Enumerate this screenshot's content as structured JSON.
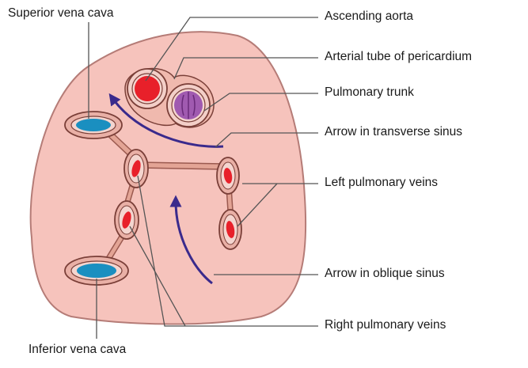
{
  "labels": {
    "superior_vena_cava": "Superior vena cava",
    "inferior_vena_cava": "Inferior vena cava",
    "ascending_aorta": "Ascending aorta",
    "arterial_tube": "Arterial tube of pericardium",
    "pulmonary_trunk": "Pulmonary trunk",
    "arrow_transverse_sinus": "Arrow in transverse sinus",
    "left_pulmonary_veins": "Left pulmonary veins",
    "arrow_oblique_sinus": "Arrow in oblique sinus",
    "right_pulmonary_veins": "Right pulmonary veins"
  },
  "colors": {
    "pericardium_fill": "#f6c3bc",
    "pericardium_stroke": "#c48a84",
    "aorta": "#e8202a",
    "pulmonary_trunk": "#a05ab0",
    "vena_cava": "#1a8fc0",
    "vein_tube": "#d9917f",
    "arrow": "#3a2a8c",
    "leader": "#555555"
  }
}
